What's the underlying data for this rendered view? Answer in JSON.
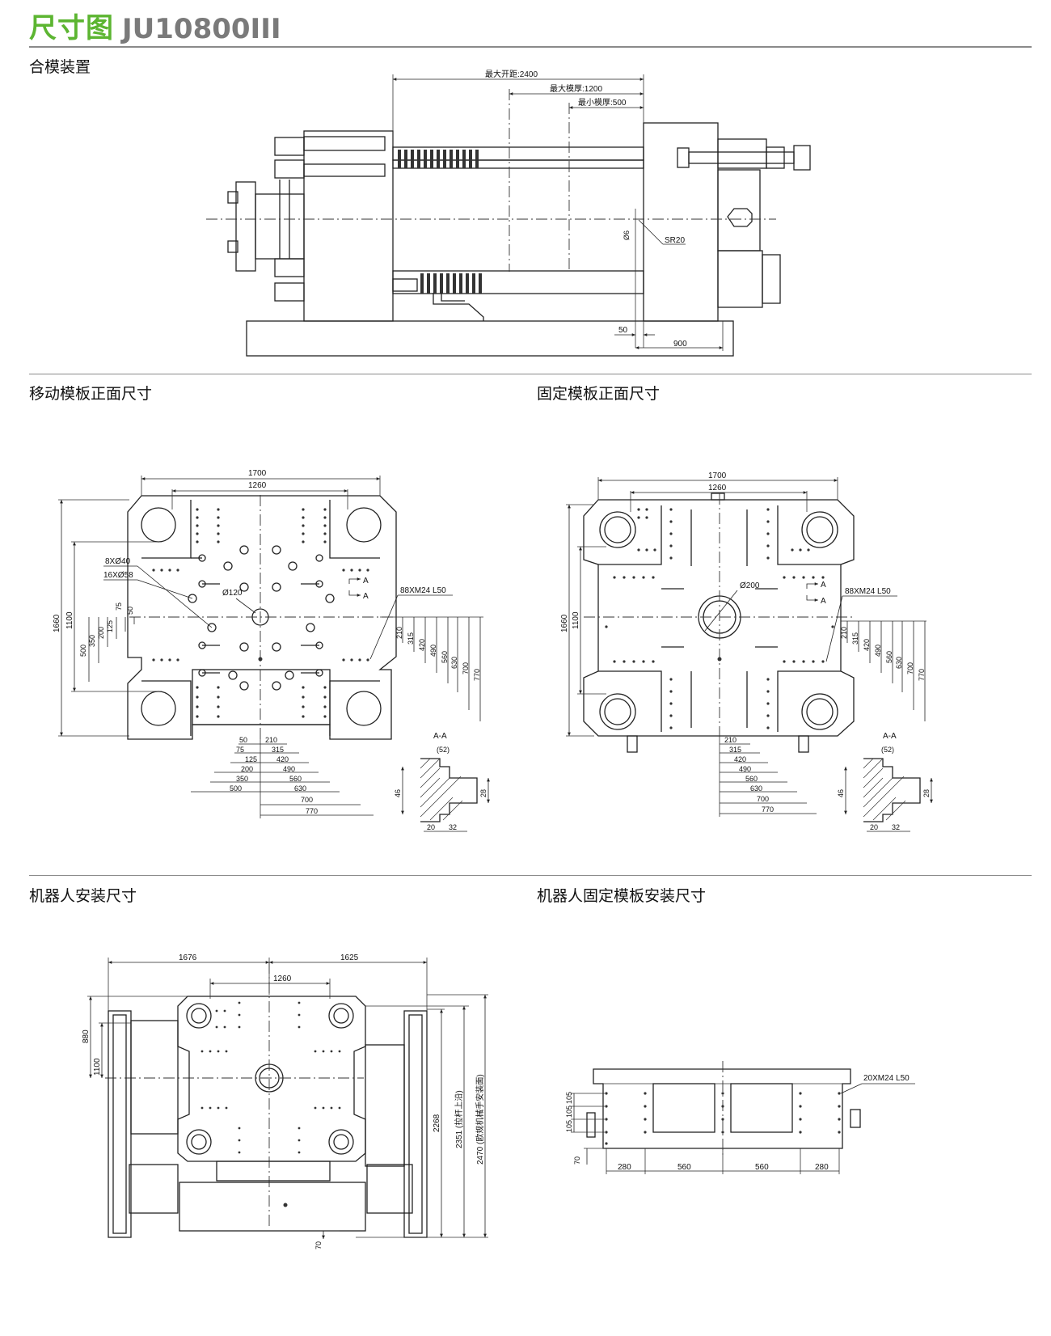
{
  "header": {
    "title_cn": "尺寸图",
    "model": "JU10800III"
  },
  "sections": {
    "clamping": "合模装置",
    "moving_platen": "移动模板正面尺寸",
    "fixed_platen": "固定模板正面尺寸",
    "robot": "机器人安装尺寸",
    "robot_platen": "机器人固定模板安装尺寸"
  },
  "clamp_dims": {
    "max_open": "最大开距:2400",
    "max_mold": "最大模厚:1200",
    "min_mold": "最小模厚:500",
    "d6": "Ø6",
    "sr20": "SR20",
    "d50": "50",
    "d900": "900"
  },
  "moving_dims": {
    "w1700": "1700",
    "w1260": "1260",
    "h1660": "1660",
    "h1100": "1100",
    "holes_a": "8XØ40",
    "holes_b": "16XØ58",
    "center": "Ø120",
    "thread": "88XM24 L50",
    "sec_a": "A",
    "left_v": [
      "500",
      "350",
      "200",
      "125",
      "75",
      "50"
    ],
    "right_v": [
      "210",
      "315",
      "420",
      "490",
      "560",
      "630",
      "700",
      "770"
    ],
    "bottom_l": [
      "50",
      "75",
      "125",
      "200",
      "350",
      "500"
    ],
    "bottom_r": [
      "210",
      "315",
      "420",
      "490",
      "560",
      "630",
      "700",
      "770"
    ]
  },
  "fixed_dims": {
    "w1700": "1700",
    "w1260": "1260",
    "h1660": "1660",
    "h1100": "1100",
    "center": "Ø200",
    "thread": "88XM24 L50",
    "sec_a": "A",
    "right_v": [
      "210",
      "315",
      "420",
      "490",
      "560",
      "630",
      "700",
      "770"
    ],
    "bottom": [
      "210",
      "315",
      "420",
      "490",
      "560",
      "630",
      "700",
      "770"
    ]
  },
  "section_aa": {
    "title": "A-A",
    "d52": "(52)",
    "d46": "46",
    "d28": "28",
    "d20": "20",
    "d32": "32"
  },
  "robot_dims": {
    "w1676": "1676",
    "w1625": "1625",
    "w1260": "1260",
    "h880": "880",
    "h1100": "1100",
    "h2268": "2268",
    "h2351": "2351 (拉杆上沿)",
    "h2470": "2470 (欧规机械手安装面)",
    "h70": "70"
  },
  "robot_platen_dims": {
    "thread": "20XM24 L50",
    "v105a": "105",
    "v105b": "105",
    "v105c": "105",
    "v70": "70",
    "b280a": "280",
    "b560a": "560",
    "b560b": "560",
    "b280b": "280"
  }
}
